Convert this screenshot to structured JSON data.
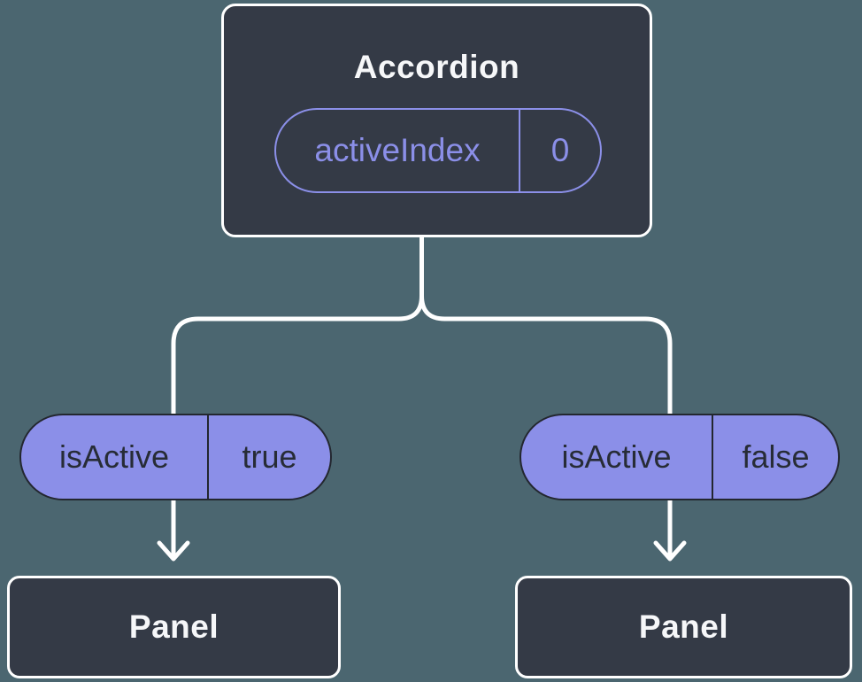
{
  "diagram": {
    "root": {
      "title": "Accordion",
      "state": {
        "label": "activeIndex",
        "value": "0"
      }
    },
    "children": [
      {
        "prop": {
          "label": "isActive",
          "value": "true"
        },
        "node": {
          "title": "Panel"
        }
      },
      {
        "prop": {
          "label": "isActive",
          "value": "false"
        },
        "node": {
          "title": "Panel"
        }
      }
    ]
  },
  "colors": {
    "background": "#4B6670",
    "node_fill": "#343A46",
    "node_border": "#FFFFFF",
    "accent_purple": "#8B8FE8",
    "pill_dark": "#23272F",
    "light_text": "#F6F7F9",
    "connector": "#FFFFFF"
  }
}
